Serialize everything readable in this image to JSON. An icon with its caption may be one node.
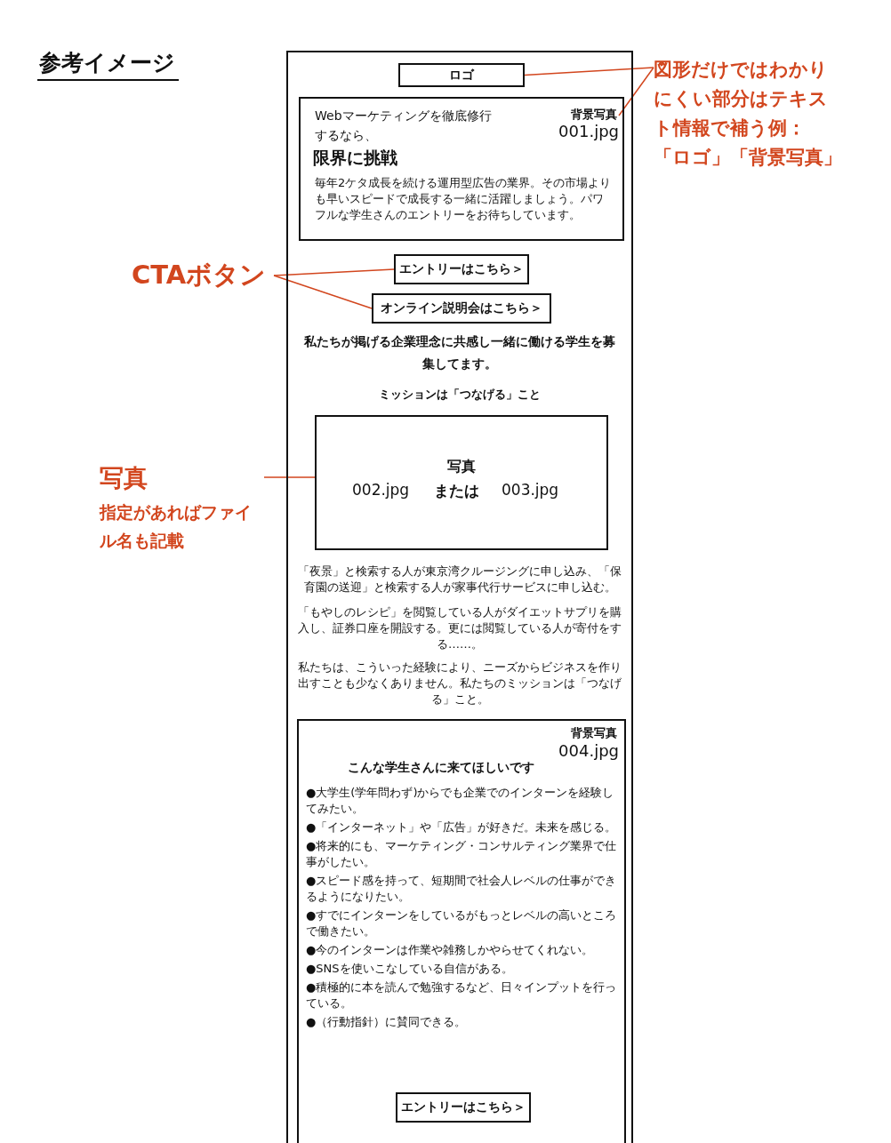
{
  "diagram": {
    "title": "参考イメージ",
    "nodes": [
      {
        "text": [],
        "shape": "box"
      },
      {
        "text": [
          "ロゴ"
        ],
        "in": 0
      },
      {
        "text": [
          "Webマーケティングを徹底修行するなら、",
          "限界に挑戦",
          "毎年2ケタ成長を続ける運用型広告の業界。その市場よりも早いスピードで成長する一緒に活躍しましょう。パワフルな学生さんのエントリーをお待ちしています。"
        ],
        "in": 0
      },
      {
        "text": [
          "背景写真",
          "001.jpg"
        ],
        "in": 2
      },
      {
        "text": [
          "エントリーはこちら＞"
        ],
        "in": 0
      },
      {
        "text": [
          "オンライン説明会はこちら＞"
        ],
        "in": 0
      },
      {
        "text": [
          "写真",
          "002.jpg",
          "または",
          "003.jpg"
        ],
        "in": 0
      },
      {
        "text": [
          "背景写真",
          "004.jpg",
          "こんな学生さんに来てほしいです",
          "●大学生(学年問わず)からでも企業でのインターンを経験してみたい。",
          "●「インターネット」や「広告」が好きだ。未来を感じる。",
          "●将来的にも、マーケティング・コンサルティング業界で仕事がしたい。",
          "●スピード感を持って、短期間で社会人レベルの仕事ができるようになりたい。",
          "●すでにインターンをしているがもっとレベルの高いところで働きたい。",
          "●今のインターンは作業や雑務しかやらせてくれない。",
          "●SNSを使いこなしている自信がある。",
          "●積極的に本を読んで勉強するなど、日々インプットを行っている。",
          "●（行動指針）に賛同できる。"
        ],
        "in": 0
      },
      {
        "text": [
          "エントリーはこちら＞"
        ],
        "in": 7
      },
      {
        "text": [
          "図形だけではわかりにくい部分はテキスト情報で補う例：「ロゴ」「背景写真」"
        ]
      },
      {
        "text": [
          "CTAボタン"
        ]
      },
      {
        "text": [
          "写真",
          "指定があればファイル名も記載"
        ]
      }
    ],
    "edges": [
      {
        "from": 9,
        "to": 1,
        "arrow": "none"
      },
      {
        "from": 9,
        "to": 3,
        "arrow": "none"
      },
      {
        "from": 10,
        "to": 4,
        "arrow": "none"
      },
      {
        "from": 10,
        "to": 5,
        "arrow": "none"
      },
      {
        "from": 11,
        "to": 6,
        "arrow": "none"
      }
    ],
    "labels": [
      "私たちが掲げる企業理念に共感し一緒に働ける学生を募集してます。",
      "ミッションは「つなげる」こと",
      "「夜景」と検索する人が東京湾クルージングに申し込み、「保育園の送迎」と検索する人が家事代行サービスに申し込む。",
      "「もやしのレシピ」を閲覧している人がダイエットサプリを購入し、証券口座を開設する。更には閲覧している人が寄付をする……。",
      "私たちは、こういった経験により、ニーズからビジネスを作り出すことも少なくありません。私たちのミッションは「つなげる」こと。"
    ]
  }
}
